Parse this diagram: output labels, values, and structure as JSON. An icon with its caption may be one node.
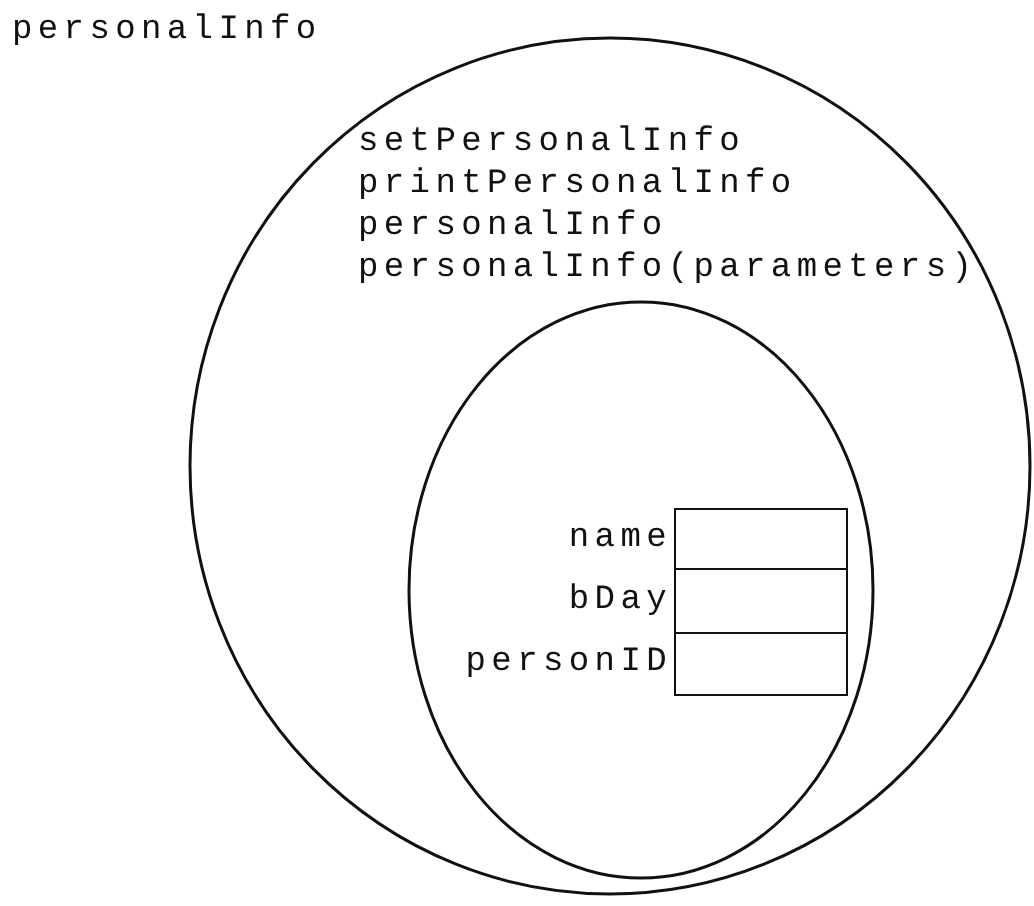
{
  "diagram": {
    "nodes": [
      {
        "text": [
          "personalInfo",
          "setPersonalInfo",
          "printPersonalInfo",
          "personalInfo",
          "personalInfo(parameters)"
        ]
      },
      {
        "text": [],
        "shape": "circle",
        "in": 0
      },
      {
        "text": [],
        "shape": "box",
        "in": 1,
        "beside": [
          "name"
        ]
      },
      {
        "text": [],
        "shape": "box",
        "in": 1,
        "beside": [
          "bDay"
        ]
      },
      {
        "text": [],
        "shape": "box",
        "in": 1,
        "beside": [
          "personID"
        ]
      }
    ]
  }
}
